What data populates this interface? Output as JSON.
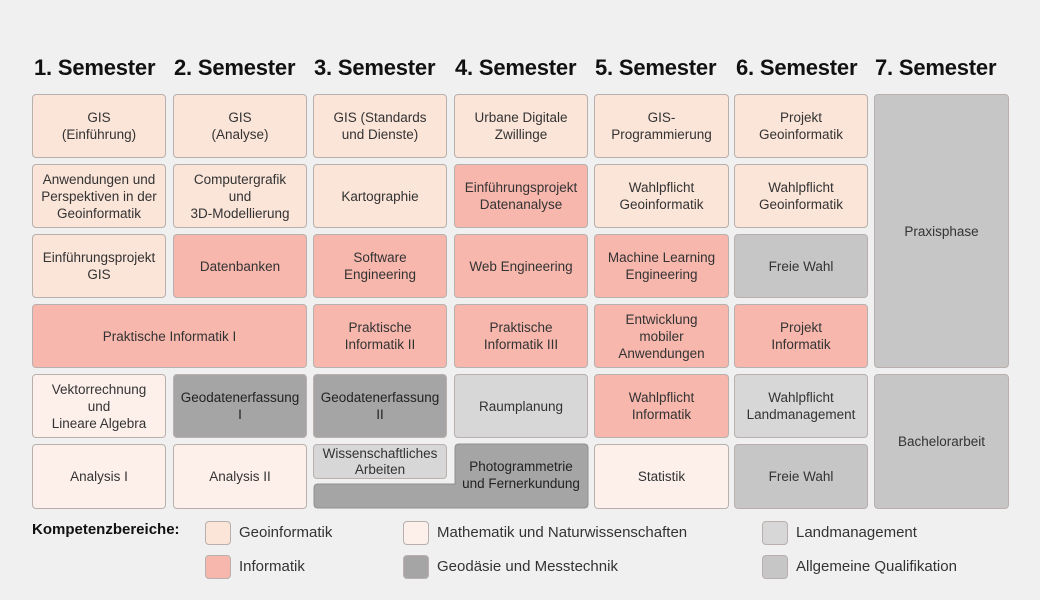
{
  "semesters": [
    "1. Semester",
    "2. Semester",
    "3. Semester",
    "4. Semester",
    "5. Semester",
    "6. Semester",
    "7. Semester"
  ],
  "modules": {
    "gis_einfuehrung": "GIS\n(Einführung)",
    "gis_analyse": "GIS\n(Analyse)",
    "gis_standards": "GIS (Standards\nund Dienste)",
    "urbane_zwillinge": "Urbane Digitale\nZwillinge",
    "gis_programmierung": "GIS-\nProgrammierung",
    "projekt_geoinformatik": "Projekt\nGeoinformatik",
    "praxisphase": "Praxisphase",
    "anwendungen": "Anwendungen und\nPerspektiven in der\nGeoinformatik",
    "computergrafik": "Computergrafik\nund\n3D-Modellierung",
    "kartographie": "Kartographie",
    "einfuehrungsprojekt_datenanalyse": "Einführungsprojekt\nDatenanalyse",
    "wahlpflicht_geoinformatik_5": "Wahlpflicht\nGeoinformatik",
    "wahlpflicht_geoinformatik_6": "Wahlpflicht\nGeoinformatik",
    "einfuehrungsprojekt_gis": "Einführungsprojekt\nGIS",
    "datenbanken": "Datenbanken",
    "software_engineering": "Software\nEngineering",
    "web_engineering": "Web Engineering",
    "machine_learning": "Machine Learning\nEngineering",
    "freie_wahl_1": "Freie Wahl",
    "praktische_informatik_1": "Praktische Informatik I",
    "praktische_informatik_2": "Praktische\nInformatik II",
    "praktische_informatik_3": "Praktische\nInformatik III",
    "entwicklung_mobiler": "Entwicklung\nmobiler\nAnwendungen",
    "projekt_informatik": "Projekt\nInformatik",
    "vektorrechnung": "Vektorrechnung\nund\nLineare Algebra",
    "geodatenerfassung_1": "Geodatenerfassung I",
    "geodatenerfassung_2": "Geodatenerfassung II",
    "raumplanung": "Raumplanung",
    "wahlpflicht_informatik": "Wahlpflicht\nInformatik",
    "wahlpflicht_landmanagement": "Wahlpflicht\nLandmanagement",
    "bachelorarbeit": "Bachelorarbeit",
    "analysis_1": "Analysis I",
    "analysis_2": "Analysis II",
    "wissenschaftliches_arbeiten": "Wissenschaftliches\nArbeiten",
    "photogrammetrie": "Photogrammetrie\nund Fernerkundung",
    "statistik": "Statistik",
    "freie_wahl_2": "Freie Wahl"
  },
  "legend": {
    "title": "Kompetenzbereiche:",
    "items": [
      {
        "label": "Geoinformatik",
        "color": "#fbe4d8"
      },
      {
        "label": "Informatik",
        "color": "#f7b7ad"
      },
      {
        "label": "Mathematik und Naturwissenschaften",
        "color": "#fdf0ea"
      },
      {
        "label": "Geodäsie und Messtechnik",
        "color": "#a5a5a5"
      },
      {
        "label": "Landmanagement",
        "color": "#d7d7d7"
      },
      {
        "label": "Allgemeine Qualifikation",
        "color": "#c6c6c6"
      }
    ]
  }
}
